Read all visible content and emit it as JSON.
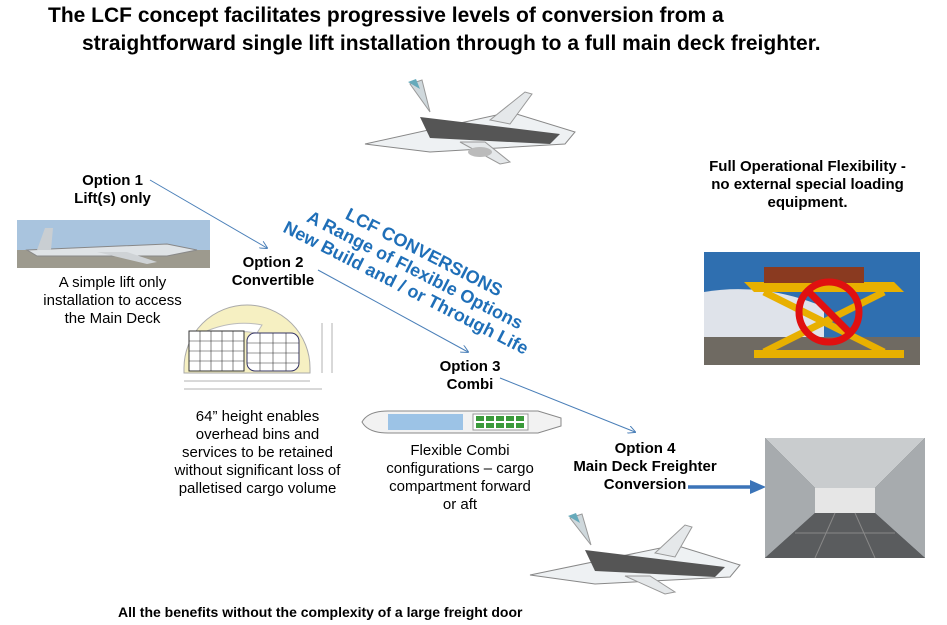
{
  "title": {
    "line1": "The LCF concept facilitates progressive levels of conversion from a",
    "line2": "straightforward single lift installation through to a full main deck freighter."
  },
  "banner": {
    "line1": "LCF CONVERSIONS",
    "line2": "A Range of Flexible Options",
    "line3": "New Build and / or Through Life",
    "color": "#1f6fb8"
  },
  "options": [
    {
      "title": "Option 1",
      "subtitle": "Lift(s) only",
      "description": [
        "A simple lift only",
        "installation to access",
        "the Main Deck"
      ]
    },
    {
      "title": "Option 2",
      "subtitle": "Convertible",
      "description": [
        "64” height enables",
        "overhead bins and",
        "services to be retained",
        "without significant loss of",
        "palletised cargo volume"
      ]
    },
    {
      "title": "Option 3",
      "subtitle": "Combi",
      "description": [
        "Flexible Combi",
        "configurations – cargo",
        "compartment forward",
        "or aft"
      ]
    },
    {
      "title": "Option 4",
      "subtitle": "Main Deck Freighter",
      "subtitle2": "Conversion"
    }
  ],
  "flexibility": [
    "Full Operational Flexibility -",
    "no external special loading",
    "equipment."
  ],
  "footer": "All the benefits without the complexity of a large freight door"
}
